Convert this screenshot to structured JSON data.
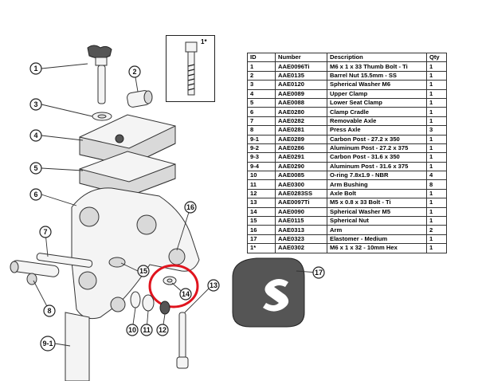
{
  "inset": {
    "label": "1*"
  },
  "table": {
    "headers": {
      "id": "ID",
      "number": "Number",
      "description": "Description",
      "qty": "Qty"
    },
    "rows": [
      {
        "id": "1",
        "number": "AAE0096Ti",
        "description": "M6 x 1 x 33 Thumb Bolt - Ti",
        "qty": "1"
      },
      {
        "id": "2",
        "number": "AAE0135",
        "description": "Barrel Nut 15.5mm - SS",
        "qty": "1"
      },
      {
        "id": "3",
        "number": "AAE0120",
        "description": "Spherical Washer M6",
        "qty": "1"
      },
      {
        "id": "4",
        "number": "AAE0089",
        "description": "Upper Clamp",
        "qty": "1"
      },
      {
        "id": "5",
        "number": "AAE0088",
        "description": "Lower Seat Clamp",
        "qty": "1"
      },
      {
        "id": "6",
        "number": "AAE0280",
        "description": "Clamp Cradle",
        "qty": "1"
      },
      {
        "id": "7",
        "number": "AAE0282",
        "description": "Removable Axle",
        "qty": "1"
      },
      {
        "id": "8",
        "number": "AAE0281",
        "description": "Press Axle",
        "qty": "3"
      },
      {
        "id": "9-1",
        "number": "AAE0289",
        "description": "Carbon Post - 27.2 x 350",
        "qty": "1"
      },
      {
        "id": "9-2",
        "number": "AAE0286",
        "description": "Aluminum Post - 27.2 x 375",
        "qty": "1"
      },
      {
        "id": "9-3",
        "number": "AAE0291",
        "description": "Carbon Post - 31.6 x 350",
        "qty": "1"
      },
      {
        "id": "9-4",
        "number": "AAE0290",
        "description": "Aluminum Post - 31.6 x 375",
        "qty": "1"
      },
      {
        "id": "10",
        "number": "AAE0085",
        "description": "O-ring 7.8x1.9 - NBR",
        "qty": "4"
      },
      {
        "id": "11",
        "number": "AAE0300",
        "description": "Arm Bushing",
        "qty": "8"
      },
      {
        "id": "12",
        "number": "AAE0283SS",
        "description": "Axle Bolt",
        "qty": "1"
      },
      {
        "id": "13",
        "number": "AAE0097Ti",
        "description": "M5 x 0.8 x 33 Bolt - Ti",
        "qty": "1"
      },
      {
        "id": "14",
        "number": "AAE0090",
        "description": "Spherical Washer M5",
        "qty": "1"
      },
      {
        "id": "15",
        "number": "AAE0115",
        "description": "Spherical Nut",
        "qty": "1"
      },
      {
        "id": "16",
        "number": "AAE0313",
        "description": "Arm",
        "qty": "2"
      },
      {
        "id": "17",
        "number": "AAE0323",
        "description": "Elastomer - Medium",
        "qty": "1"
      },
      {
        "id": "1*",
        "number": "AAE0302",
        "description": "M6 x 1 x 32 - 10mm Hex",
        "qty": "1"
      }
    ]
  },
  "callouts": [
    "1",
    "2",
    "3",
    "4",
    "5",
    "6",
    "7",
    "8",
    "9-1",
    "10",
    "11",
    "12",
    "13",
    "14",
    "15",
    "16",
    "17"
  ],
  "colors": {
    "highlight": "#e0141e",
    "line": "#333333"
  }
}
